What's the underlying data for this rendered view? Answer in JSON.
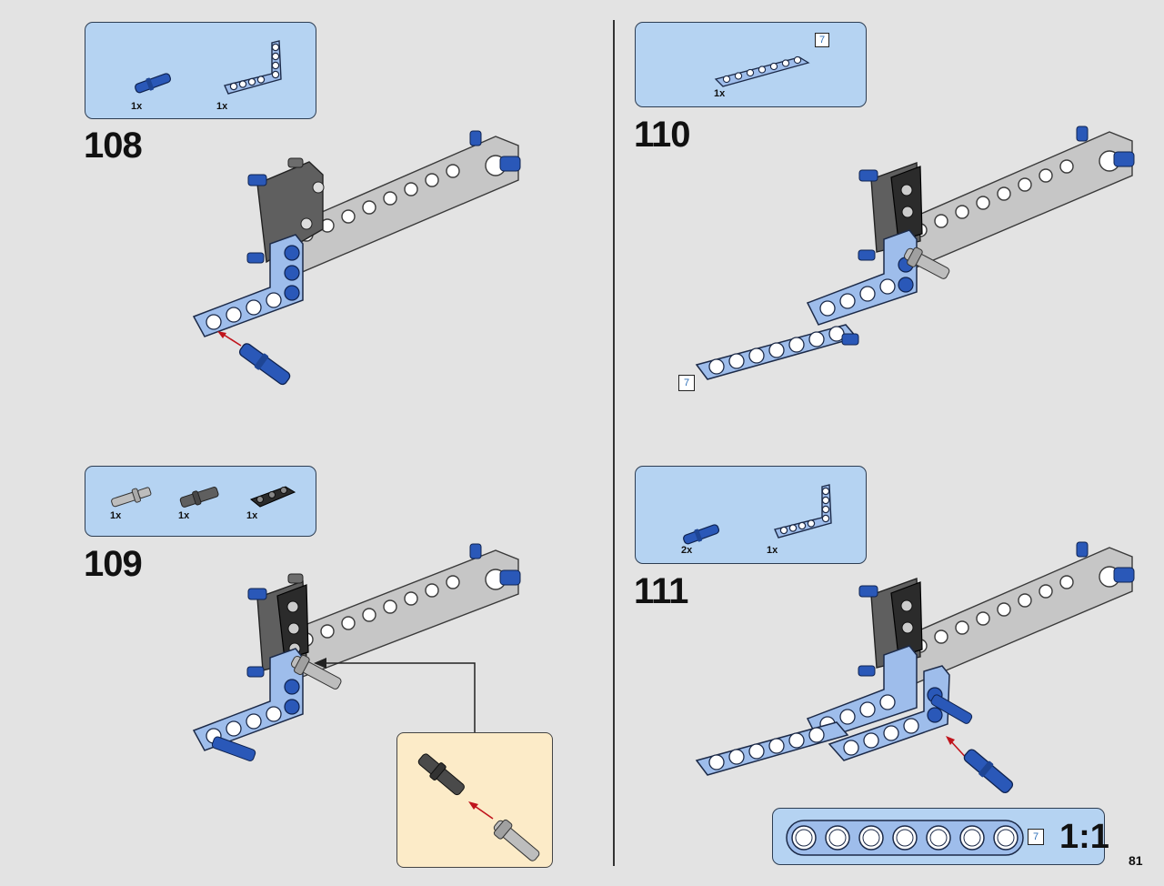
{
  "page": {
    "number": "81"
  },
  "steps": [
    {
      "number": "108",
      "parts": [
        {
          "name": "blue-pin",
          "qty": "1x"
        },
        {
          "name": "l-beam-light-blue",
          "qty": "1x"
        }
      ]
    },
    {
      "number": "109",
      "parts": [
        {
          "name": "grey-axle-pin",
          "qty": "1x"
        },
        {
          "name": "dark-grey-axle-connector",
          "qty": "1x"
        },
        {
          "name": "black-beam-3",
          "qty": "1x"
        }
      ]
    },
    {
      "number": "110",
      "parts": [
        {
          "name": "light-blue-beam-7",
          "qty": "1x",
          "length_tag": "7"
        }
      ],
      "length_tag": "7"
    },
    {
      "number": "111",
      "parts": [
        {
          "name": "blue-pin",
          "qty": "2x"
        },
        {
          "name": "l-beam-light-blue",
          "qty": "1x"
        }
      ]
    }
  ],
  "scale_guide": {
    "length_tag": "7",
    "label": "1:1"
  },
  "colors": {
    "page_bg": "#e3e3e3",
    "parts_box": "#b5d3f2",
    "callout_bg": "#fcebc8",
    "light_blue_beam": "#9ebdeb",
    "light_grey_beam": "#c6c6c6",
    "dark_grey_beam": "#5f5f5f",
    "blue_pin": "#2a58b8",
    "arrow_red": "#c0141c"
  }
}
